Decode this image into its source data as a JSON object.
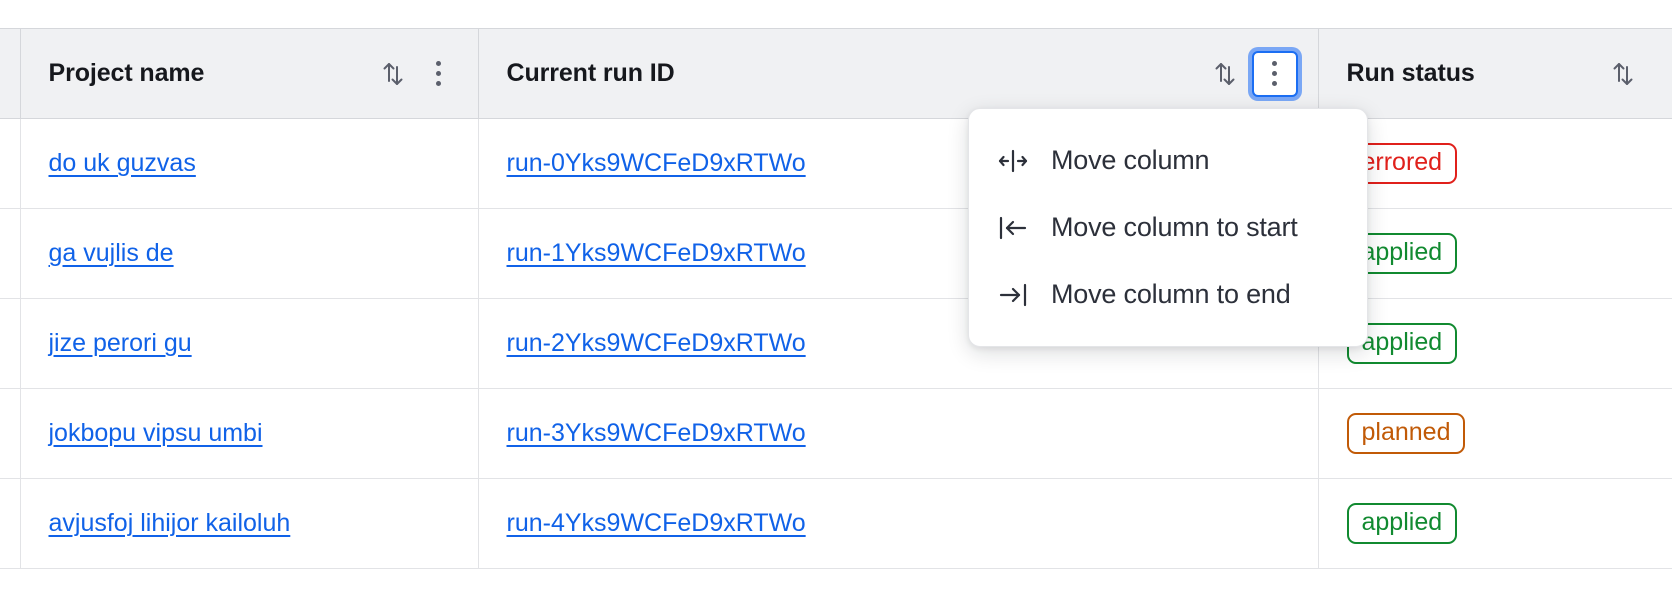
{
  "table": {
    "columns": [
      {
        "key": "project_name",
        "label": "Project name",
        "sort_icon": "sort-updown-icon",
        "has_kebab": true,
        "kebab_icon": "kebab-menu-icon",
        "kebab_focused": false
      },
      {
        "key": "current_run_id",
        "label": "Current run ID",
        "sort_icon": "sort-updown-icon",
        "has_kebab": true,
        "kebab_icon": "kebab-menu-icon",
        "kebab_focused": true
      },
      {
        "key": "run_status",
        "label": "Run status",
        "sort_icon": "sort-updown-icon",
        "has_kebab": false
      }
    ],
    "rows": [
      {
        "project_name": "do uk guzvas",
        "current_run_id": "run-0Yks9WCFeD9xRTWo",
        "run_status": "errored",
        "run_status_kind": "errored"
      },
      {
        "project_name": "ga vujlis de",
        "current_run_id": "run-1Yks9WCFeD9xRTWo",
        "run_status": "applied",
        "run_status_kind": "applied"
      },
      {
        "project_name": "jize perori gu",
        "current_run_id": "run-2Yks9WCFeD9xRTWo",
        "run_status": "applied",
        "run_status_kind": "applied"
      },
      {
        "project_name": "jokbopu vipsu umbi",
        "current_run_id": "run-3Yks9WCFeD9xRTWo",
        "run_status": "planned",
        "run_status_kind": "planned"
      },
      {
        "project_name": "avjusfoj lihijor kailoluh",
        "current_run_id": "run-4Yks9WCFeD9xRTWo",
        "run_status": "applied",
        "run_status_kind": "applied"
      }
    ]
  },
  "column_menu": {
    "open_for_column": "Current run ID",
    "items": [
      {
        "label": "Move column",
        "icon": "move-column-icon"
      },
      {
        "label": "Move column to start",
        "icon": "move-column-to-start-icon"
      },
      {
        "label": "Move column to end",
        "icon": "move-column-to-end-icon"
      }
    ]
  },
  "colors": {
    "link": "#1062e8",
    "header_bg": "#f0f1f3",
    "border": "#e2e3e6",
    "focus_ring": "#1b6ef3",
    "status_errored": "#e0201b",
    "status_applied": "#118a30",
    "status_planned": "#c15a07"
  }
}
